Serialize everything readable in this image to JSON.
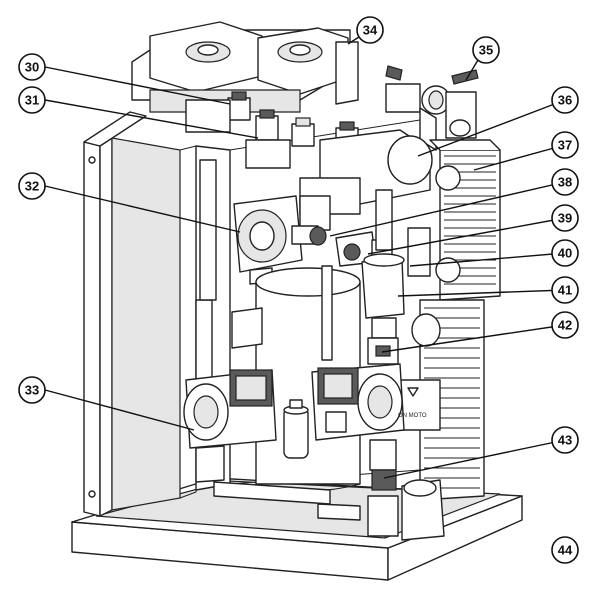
{
  "callouts": [
    {
      "number": "30"
    },
    {
      "number": "31"
    },
    {
      "number": "32"
    },
    {
      "number": "33"
    },
    {
      "number": "34"
    },
    {
      "number": "35"
    },
    {
      "number": "36"
    },
    {
      "number": "37"
    },
    {
      "number": "38"
    },
    {
      "number": "39"
    },
    {
      "number": "40"
    },
    {
      "number": "41"
    },
    {
      "number": "42"
    },
    {
      "number": "43"
    },
    {
      "number": "44"
    }
  ],
  "pump_plate_text": "ON MOTO"
}
